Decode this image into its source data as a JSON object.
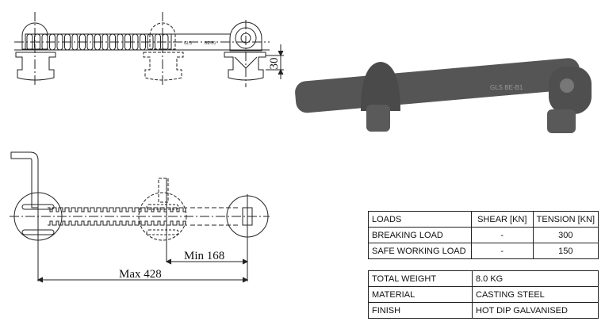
{
  "drawing": {
    "marking_left": "GLS",
    "marking_right": "BE-B1",
    "photo_marking": "GLS BE-B1",
    "dim_height": "30",
    "dim_min": "Min 168",
    "dim_max": "Max 428"
  },
  "loads_table": {
    "headers": [
      "LOADS",
      "SHEAR [KN]",
      "TENSION [KN]"
    ],
    "rows": [
      [
        "BREAKING LOAD",
        "-",
        "300"
      ],
      [
        "SAFE WORKING LOAD",
        "-",
        "150"
      ]
    ]
  },
  "spec_table": {
    "rows": [
      [
        "TOTAL WEIGHT",
        "8.0 KG"
      ],
      [
        "MATERIAL",
        "CASTING STEEL"
      ],
      [
        "FINISH",
        "HOT DIP GALVANISED"
      ]
    ]
  }
}
